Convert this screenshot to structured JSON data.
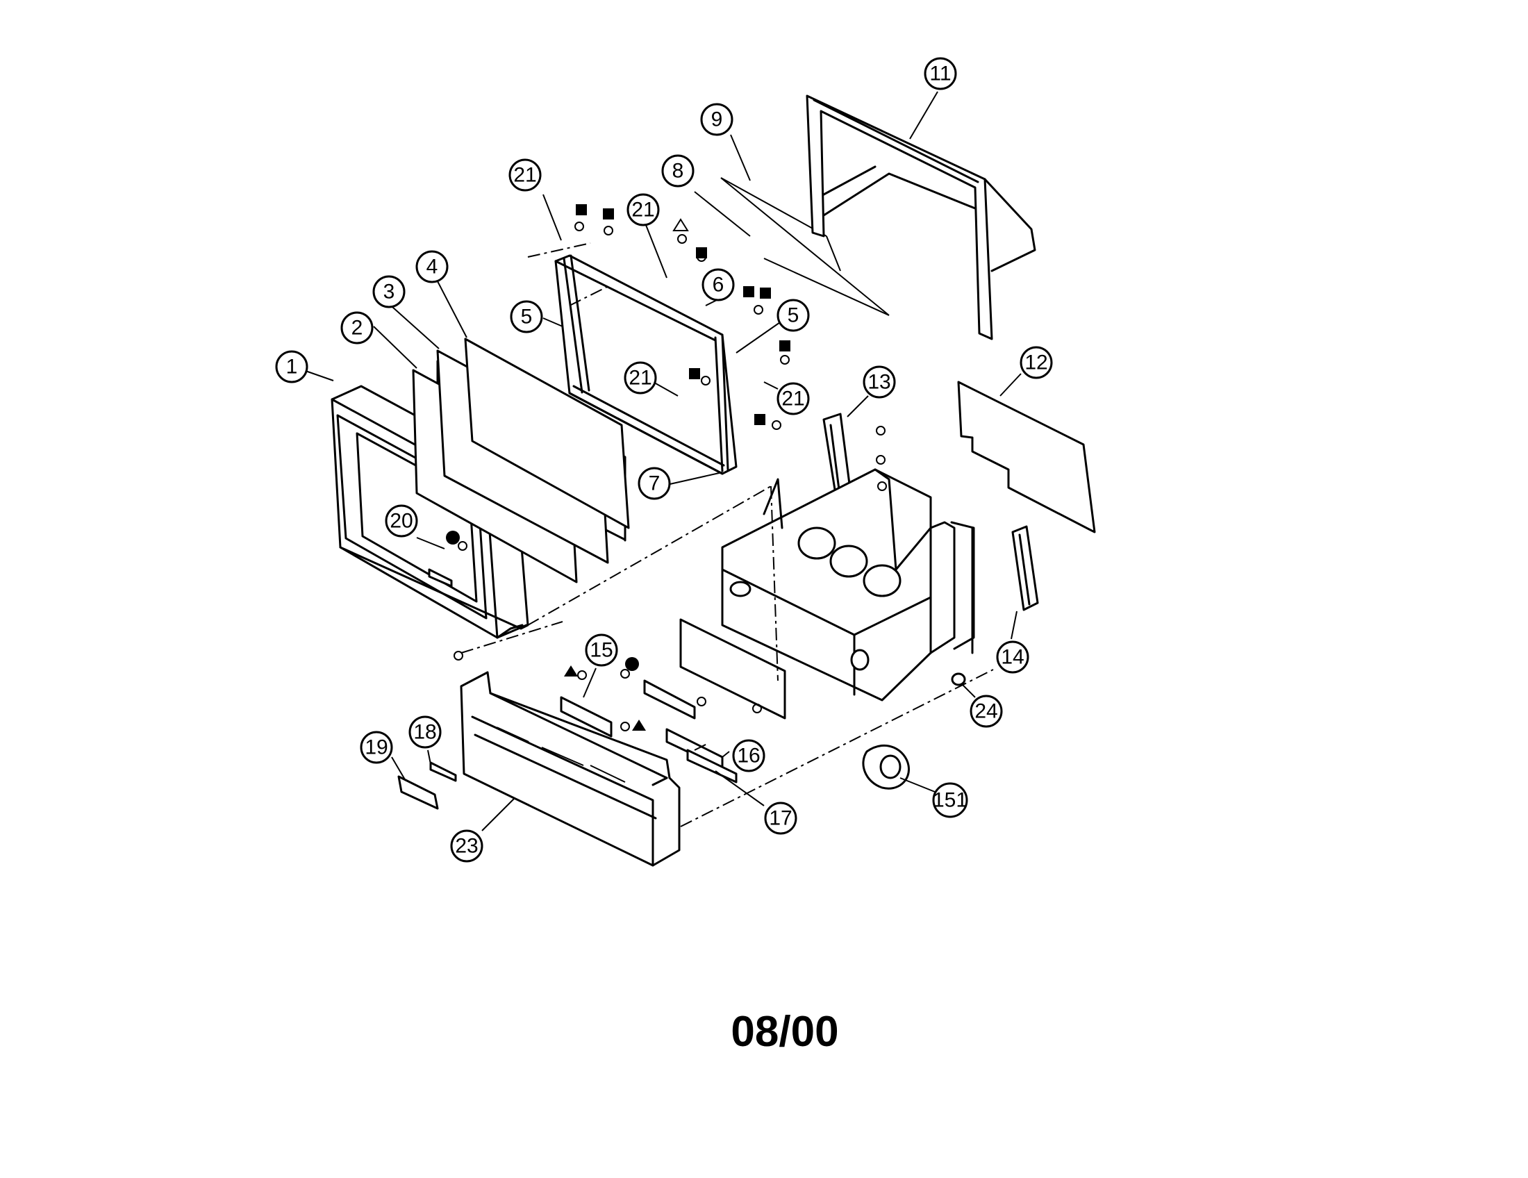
{
  "diagram_code": "08/00",
  "callouts": [
    {
      "id": "1",
      "label": "1"
    },
    {
      "id": "2",
      "label": "2"
    },
    {
      "id": "3",
      "label": "3"
    },
    {
      "id": "4",
      "label": "4"
    },
    {
      "id": "5a",
      "label": "5"
    },
    {
      "id": "5b",
      "label": "5"
    },
    {
      "id": "6",
      "label": "6"
    },
    {
      "id": "7",
      "label": "7"
    },
    {
      "id": "8",
      "label": "8"
    },
    {
      "id": "9",
      "label": "9"
    },
    {
      "id": "11",
      "label": "11"
    },
    {
      "id": "12",
      "label": "12"
    },
    {
      "id": "13",
      "label": "13"
    },
    {
      "id": "14",
      "label": "14"
    },
    {
      "id": "15",
      "label": "15"
    },
    {
      "id": "16",
      "label": "16"
    },
    {
      "id": "17",
      "label": "17"
    },
    {
      "id": "18",
      "label": "18"
    },
    {
      "id": "19",
      "label": "19"
    },
    {
      "id": "20",
      "label": "20"
    },
    {
      "id": "21a",
      "label": "21"
    },
    {
      "id": "21b",
      "label": "21"
    },
    {
      "id": "21c",
      "label": "21"
    },
    {
      "id": "21d",
      "label": "21"
    },
    {
      "id": "23",
      "label": "23"
    },
    {
      "id": "24",
      "label": "24"
    },
    {
      "id": "151",
      "label": "151"
    }
  ]
}
